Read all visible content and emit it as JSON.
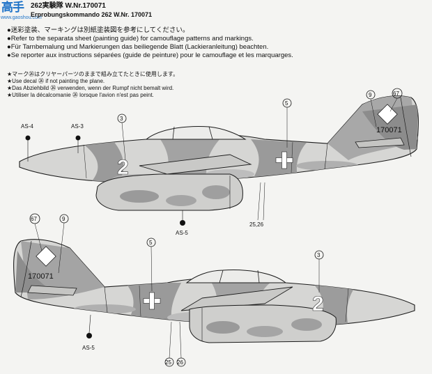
{
  "logo": {
    "main": "高手",
    "sub": "www.gaoshou.com"
  },
  "header": {
    "title_line1": "262実験隊 W.Nr.170071",
    "title_line2": "Erprobungskommando 262 W.Nr. 170071"
  },
  "notes": [
    {
      "bullet": "●",
      "text": "迷彩塗装、マーキングは別紙塗装図を参考にしてください。"
    },
    {
      "bullet": "●",
      "text": "Refer to the separata sheet (painting guide) for camouflage patterns and markings."
    },
    {
      "bullet": "●",
      "text": "Für Tarnbemalung und Markierungen das beiliegende Blatt (Lackieranleitung) beachten."
    },
    {
      "bullet": "●",
      "text": "Se reporter aux instructions séparées (guide de peinture) pour le camouflage et les marquarges."
    }
  ],
  "star_notes": [
    {
      "bullet": "★",
      "text": "マーク㉖はクリヤーパーツのままで組み立てたときに使用します。"
    },
    {
      "bullet": "★",
      "text": "Use decal ㉖ if not painting the plane."
    },
    {
      "bullet": "★",
      "text": "Das Abziehbild ㉖ verwenden, wenn der Rumpf nicht bemalt wird."
    },
    {
      "bullet": "★",
      "text": "Utiliser la décalcomanie ㉖ lorsque l'avion n'est pas peint."
    }
  ],
  "upper_view": {
    "callouts": {
      "c3": "3",
      "c5": "5",
      "c9": "9",
      "c67": "67",
      "c25_26": "25,26"
    },
    "as_labels": {
      "as4": "AS-4",
      "as3": "AS-3",
      "as5": "AS-5"
    },
    "tail_serial": "170071",
    "nose_number": "2"
  },
  "lower_view": {
    "callouts": {
      "c3": "3",
      "c5": "5",
      "c9": "9",
      "c67": "67",
      "c25": "25",
      "c26": "26"
    },
    "as_labels": {
      "as5": "AS-5"
    },
    "tail_serial": "170071",
    "nose_number": "2"
  },
  "colors": {
    "camo_dark": "#8f8f8f",
    "camo_light": "#c8c8c8",
    "outline": "#1a1a1a",
    "brand_blue": "#1e73c8"
  }
}
